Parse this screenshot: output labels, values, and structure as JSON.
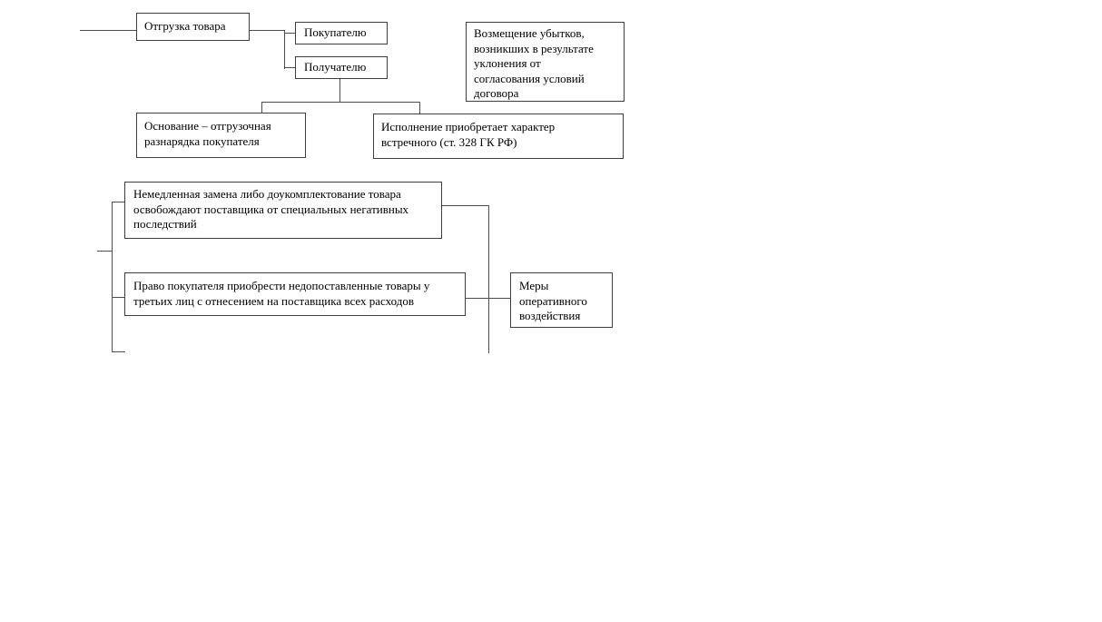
{
  "diagram": {
    "language": "ru",
    "colors": {
      "background": "#ffffff",
      "box_border": "#3e3e3e",
      "connector": "#4d4d4d",
      "text": "#000000"
    },
    "nodes": {
      "shipment": {
        "label": "Отгрузка товара"
      },
      "to_buyer": {
        "label": "Покупателю"
      },
      "to_recipient": {
        "label": "Получателю"
      },
      "damages": {
        "label": "Возмещение убытков,\nвозникших в результате\nуклонения от\nсогласования условий\nдоговора"
      },
      "basis": {
        "label": "Основание – отгрузочная\nразнарядка покупателя"
      },
      "counter": {
        "label": "Исполнение приобретает характер\nвстречного (ст. 328 ГК РФ)"
      },
      "replacement": {
        "label": "Немедленная замена либо доукомплектование товара\nосвобождают поставщика от специальных негативных\nпоследствий"
      },
      "buyer_right": {
        "label": "Право покупателя приобрести недопоставленные товары у\nтретьих лиц с отнесением на поставщика всех расходов"
      },
      "measures": {
        "label": "Меры\nоперативного\nвоздействия"
      }
    }
  }
}
